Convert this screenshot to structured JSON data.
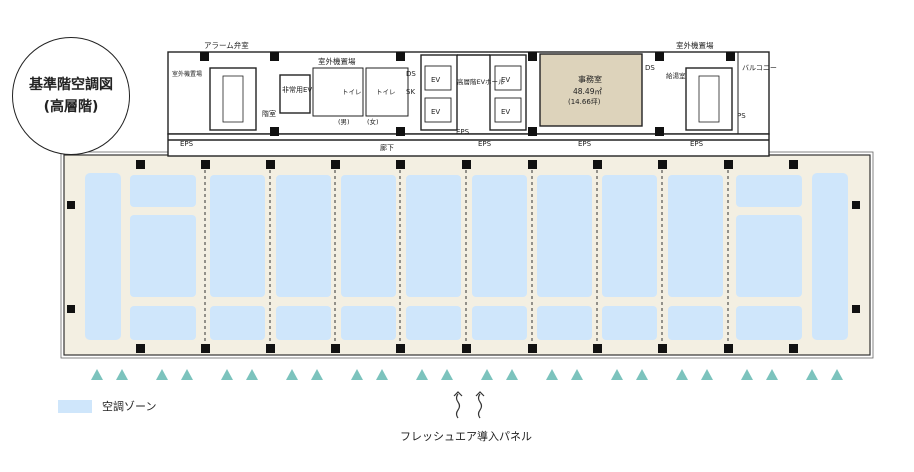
{
  "title": {
    "line1": "基準階空調図",
    "line2": "(高層階)"
  },
  "legend": {
    "label": "空調ゾーン",
    "color": "#cfe6fb"
  },
  "fresh_air_label": "フレッシュエア導入パネル",
  "colors": {
    "floor": "#f3efe2",
    "zone": "#cfe6fb",
    "office": "#ddd3bb",
    "wall": "#222",
    "arrow": "#7cc3bd"
  },
  "rooms": {
    "alarm_valve": "アラーム弁室",
    "outdoor_left": "室外機置場",
    "outdoor_right": "室外機置場",
    "outdoor_vertical": "室外機置場",
    "stairs": "階室",
    "emergency_ev": "非常用EV",
    "toilet": "トイレ",
    "male": "(男)",
    "female": "(女)",
    "ev_hall": "高層階EVホール",
    "office": "事務室",
    "office_area": "48.49㎡",
    "office_tsubo": "(14.66坪)",
    "hot_water": "給湯室",
    "balcony": "バルコニー",
    "corridor": "廊下"
  },
  "tags": {
    "eps": "EPS",
    "ds": "DS",
    "sk": "SK",
    "ps": "PS",
    "ev": "EV"
  }
}
